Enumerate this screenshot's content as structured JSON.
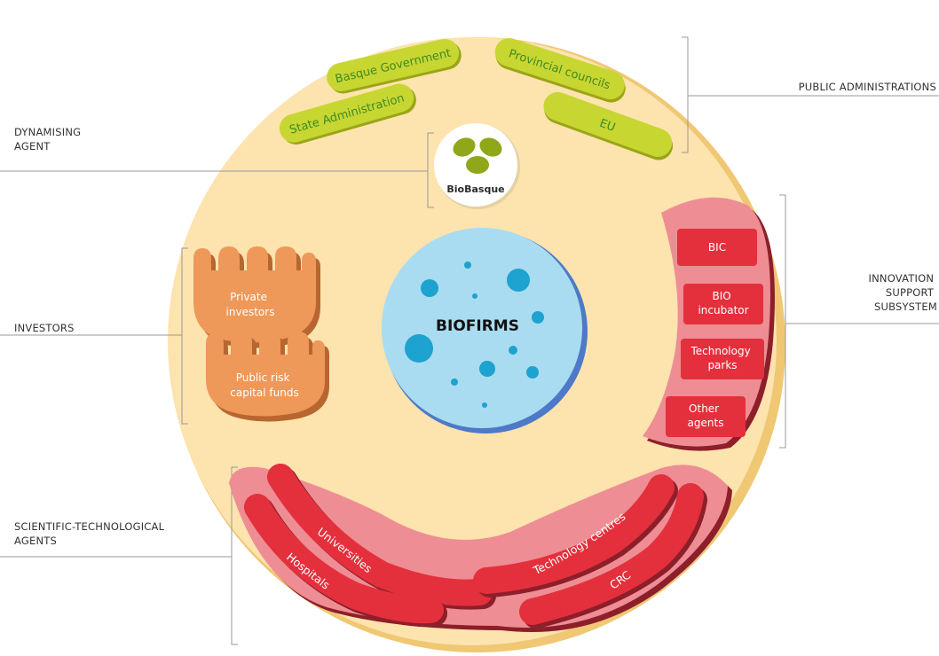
{
  "labels": {
    "public_administrations": "PUBLIC ADMINISTRATIONS",
    "dynamising_agent": [
      "DYNAMISING",
      "AGENT"
    ],
    "innovation_support": [
      "INNOVATION",
      "SUPPORT",
      "SUBSYSTEM"
    ],
    "investors": "INVESTORS",
    "scientific_technological": [
      "SCIENTIFIC-TECHNOLOGICAL",
      "AGENTS"
    ]
  },
  "public_admin_pills": {
    "basque_government": "Basque Government",
    "provincial_councils": "Provincial councils",
    "state_administration": "State Administration",
    "eu": "EU"
  },
  "logo": {
    "name": "BioBasque"
  },
  "core": {
    "label": "BIOFIRMS"
  },
  "investors": {
    "private": [
      "Private",
      "investors"
    ],
    "public": [
      "Public risk",
      "capital funds"
    ]
  },
  "innovation_boxes": {
    "bic": [
      "BIC"
    ],
    "bio_incubator": [
      "BIO",
      "incubator"
    ],
    "technology_parks": [
      "Technology",
      "parks"
    ],
    "other_agents": [
      "Other",
      "agents"
    ]
  },
  "sci_tech": {
    "universities": "Universities",
    "hospitals": "Hospitals",
    "technology_centres": "Technology centres",
    "crc": "CRC"
  },
  "colors": {
    "cell": "#fde3ae",
    "cell_edge": "#f2cd83",
    "pill": "#c8d632",
    "pill_text": "#3f8a1f",
    "core": "#a9dcf0",
    "core_spot": "#1ea2cf",
    "investor": "#ee9859",
    "organelle_pink": "#ee8d93",
    "organelle_red": "#e3303c"
  }
}
